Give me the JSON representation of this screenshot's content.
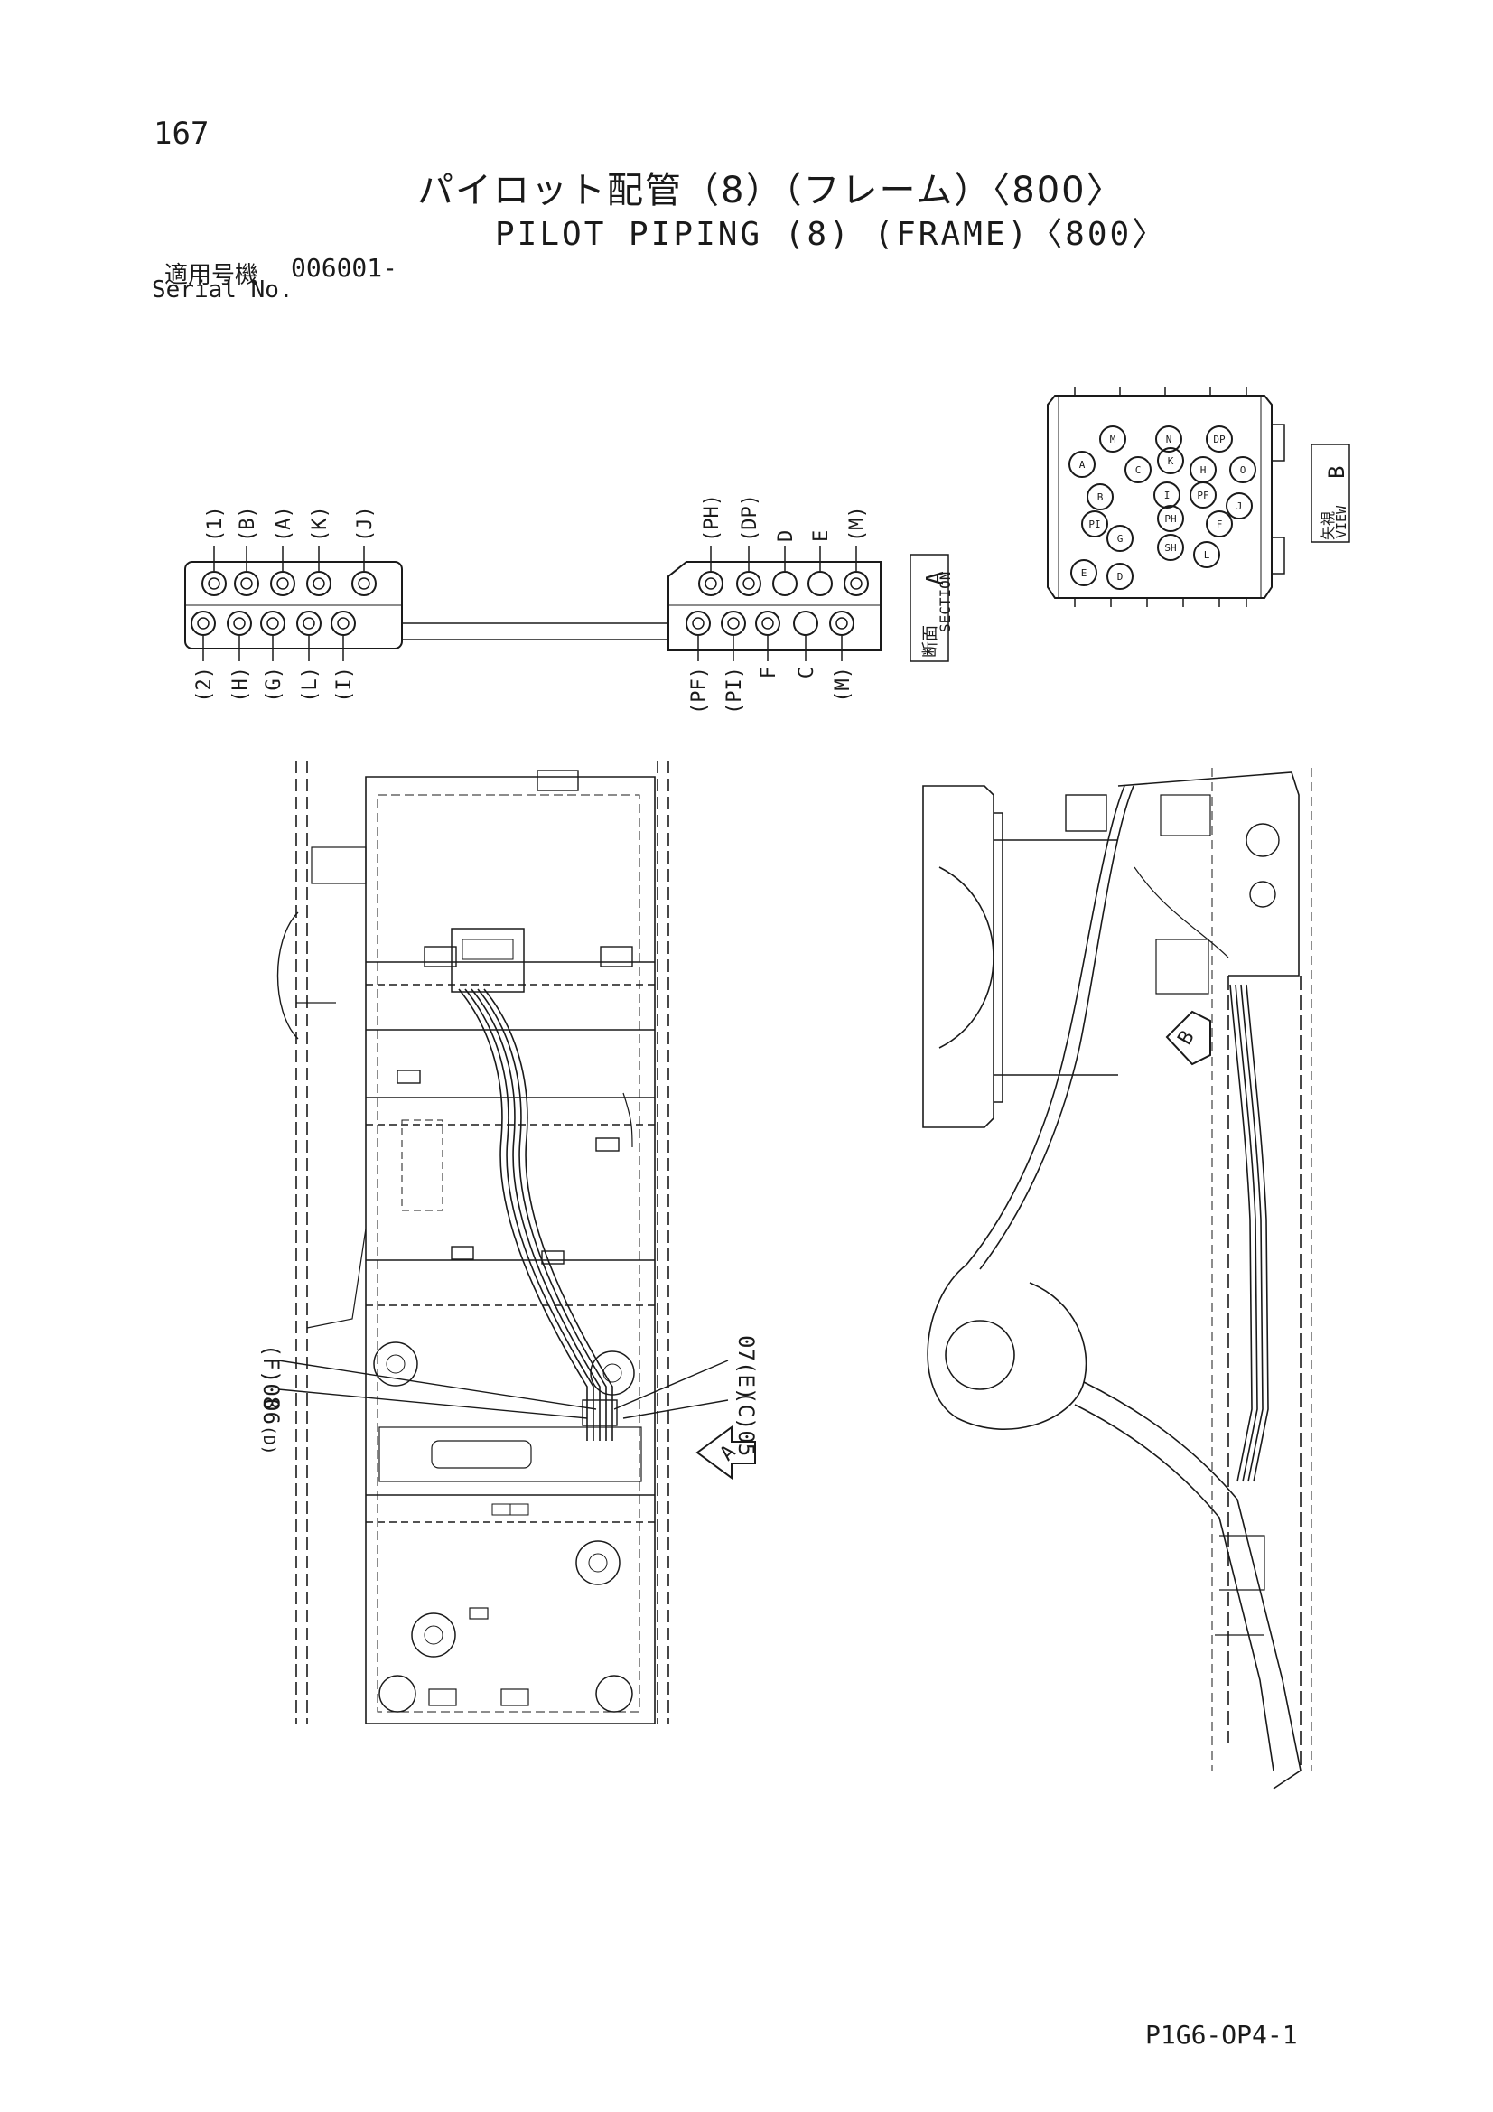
{
  "header": {
    "page_number": "167",
    "title_jp": "パイロット配管（8）（フレーム）〈800〉",
    "title_en": "PILOT PIPING (8) (FRAME)〈800〉",
    "serial_label_jp": "適用号機",
    "serial_range": "006001-",
    "serial_label_en": "Serial No."
  },
  "section_a": {
    "label_jp": "断面",
    "label_en": "SECTION",
    "letter": "A",
    "left_top_ports": [
      "(1)",
      "(B)",
      "(A)",
      "(K)",
      "(J)"
    ],
    "left_bottom_ports": [
      "(2)",
      "(H)",
      "(G)",
      "(L)",
      "(I)"
    ],
    "right_top_ports": [
      "(PH)",
      "(DP)",
      "D",
      "E",
      "(M)"
    ],
    "right_bottom_ports": [
      "(PF)",
      "(PI)",
      "F",
      "C",
      "(M)"
    ]
  },
  "view_b": {
    "label_jp": "矢視",
    "label_en": "VIEW",
    "letter": "B",
    "port_marks": [
      "A",
      "M",
      "N",
      "B",
      "C",
      "K",
      "H",
      "DP",
      "I",
      "O",
      "PI",
      "G",
      "PH",
      "F",
      "PF",
      "E",
      "J",
      "D",
      "L",
      "SH"
    ]
  },
  "plan_view": {
    "callouts": [
      "(F)08",
      "06",
      "(D)",
      "07(E)",
      "(C)05"
    ],
    "view_arrow_letter": "A"
  },
  "side_view": {
    "view_arrow_letter": "B"
  },
  "footer": {
    "drawing_code": "P1G6-OP4-1"
  }
}
